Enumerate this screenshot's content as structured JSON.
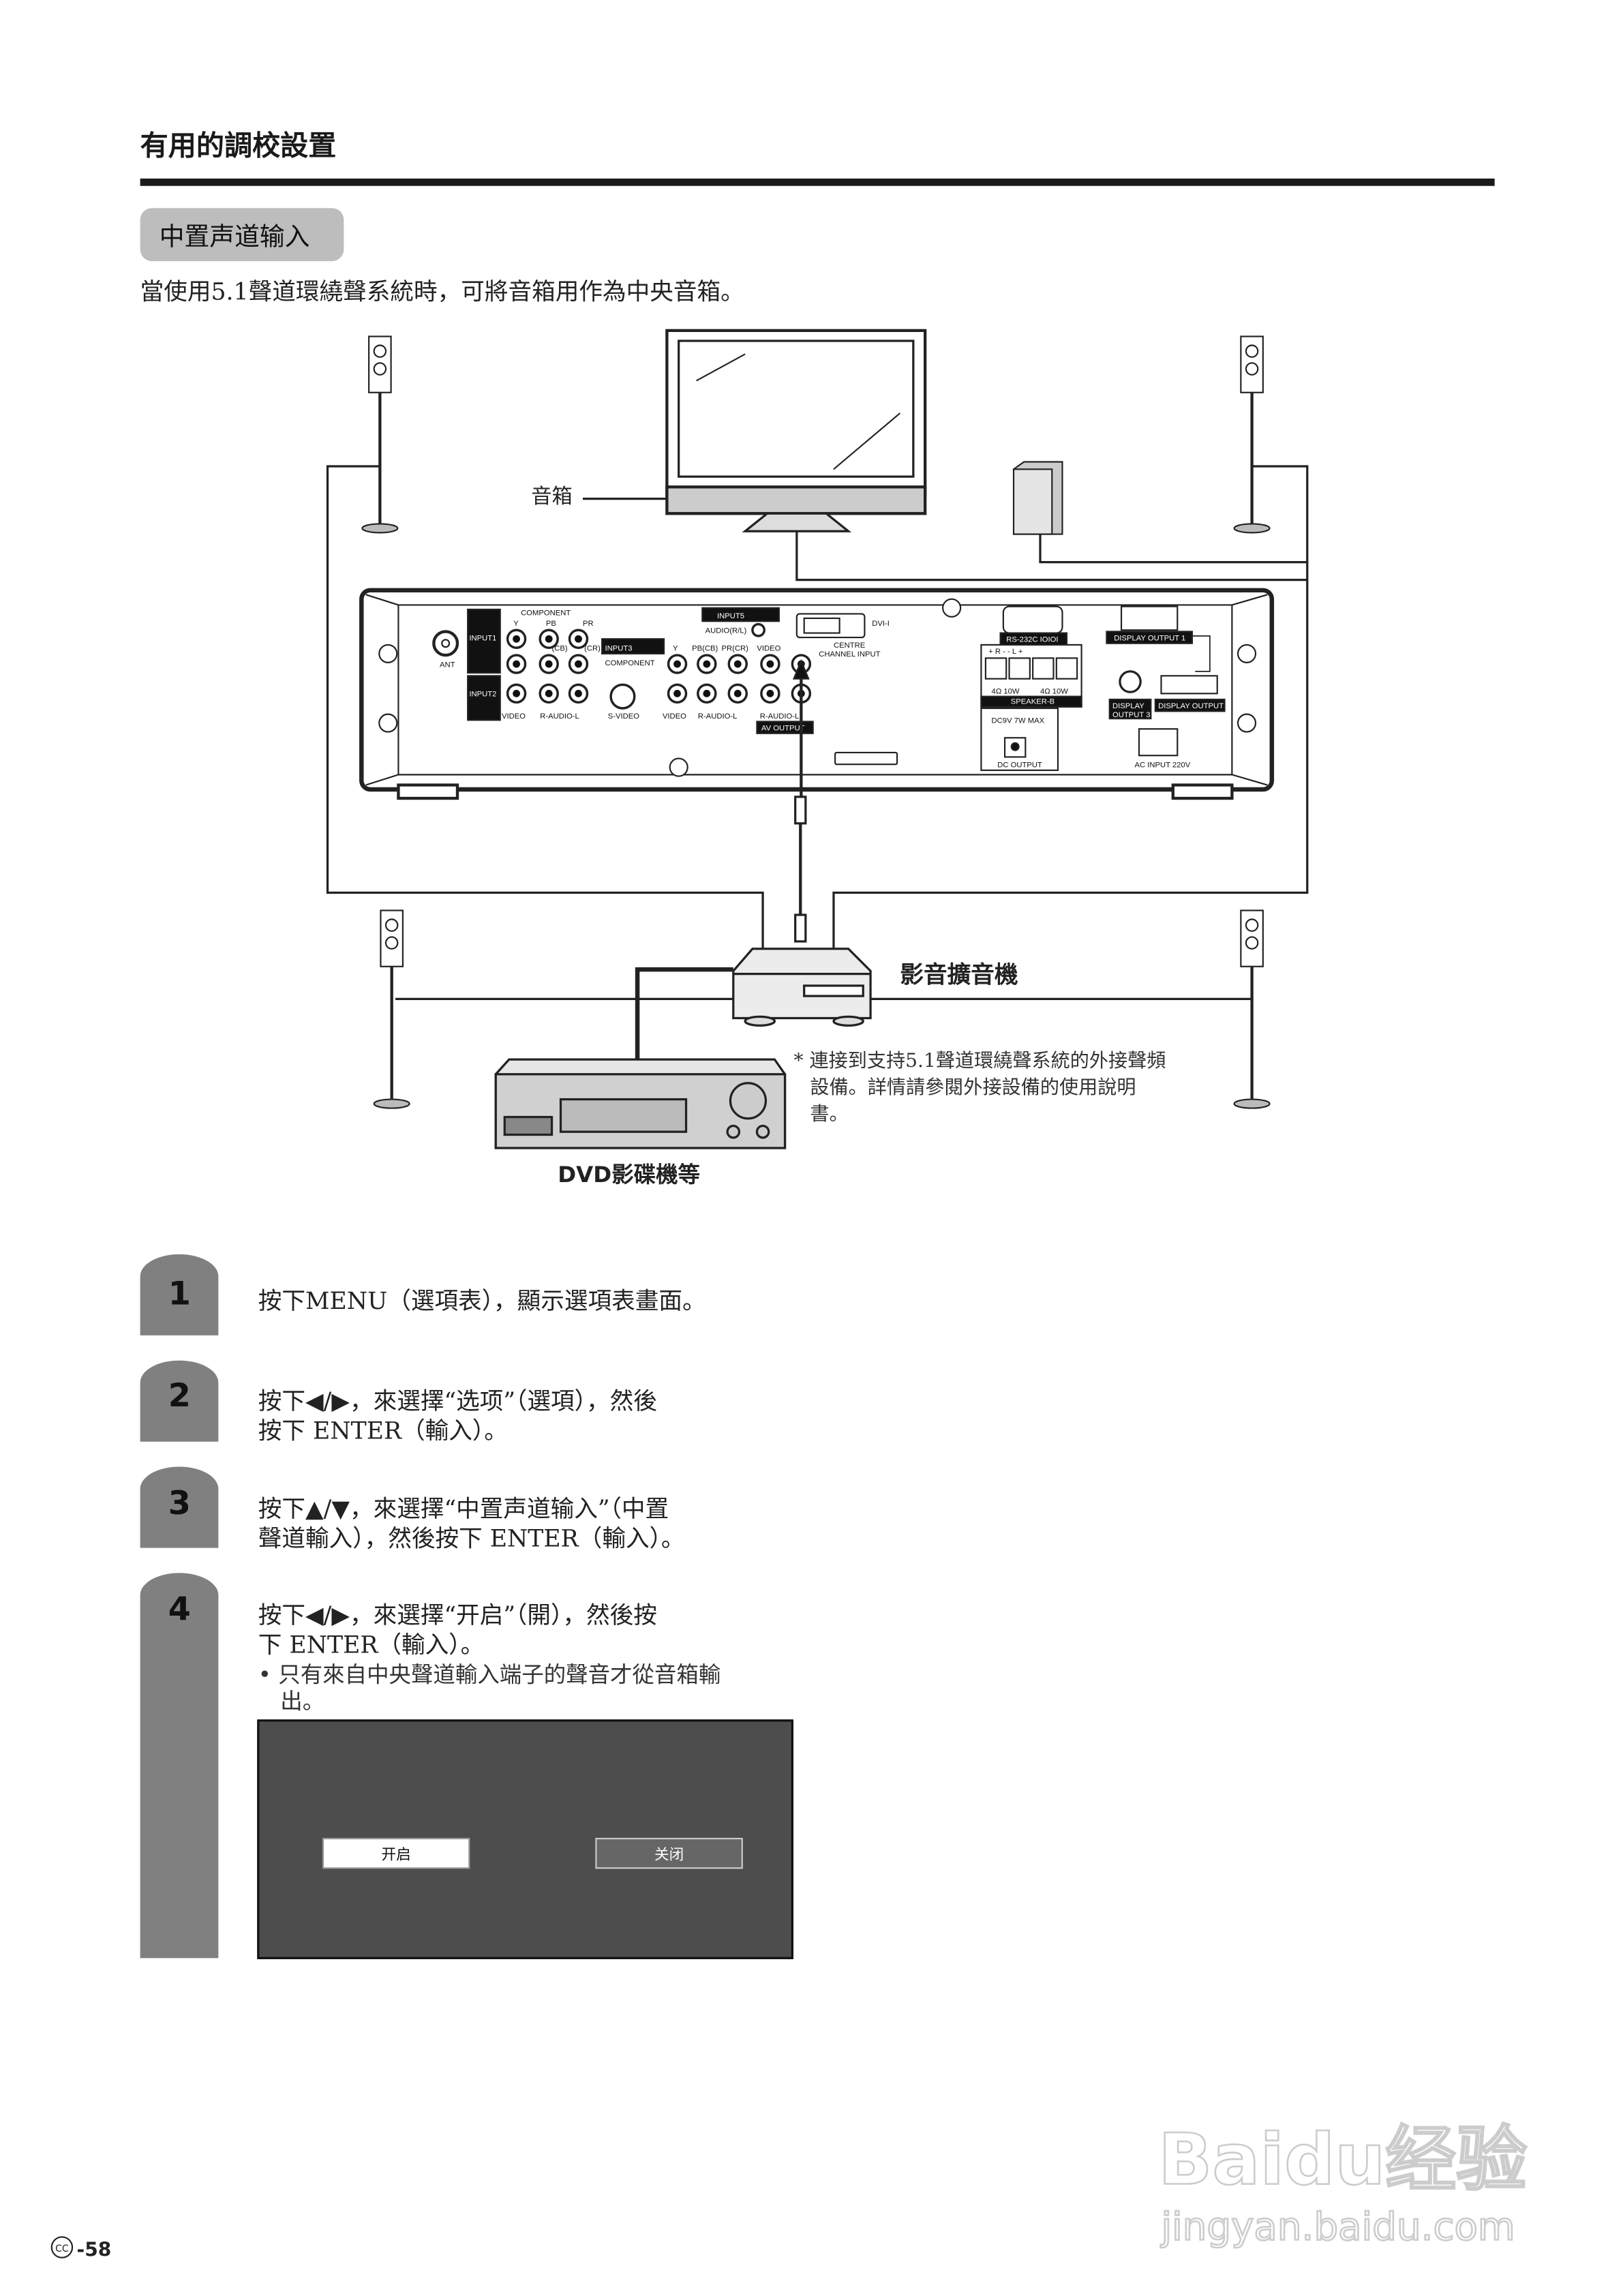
{
  "header": {
    "title": "有用的調校設置"
  },
  "section": {
    "title": "中置声道输入",
    "intro": "當使用5.1聲道環繞聲系統時，可將音箱用作為中央音箱。"
  },
  "diagram": {
    "speaker_label": "音箱",
    "amplifier_label": "影音擴音機",
    "dvd_label": "DVD影碟機等",
    "note_lines": [
      "* 連接到支持5.1聲道環繞聲系統的外接聲頻",
      "設備。詳情請參閱外接設備的使用說明",
      "書。"
    ],
    "panel": {
      "ant": "ANT",
      "input1": "INPUT1",
      "input2": "INPUT2",
      "input3": "INPUT3",
      "input5": "INPUT5",
      "component": "COMPONENT",
      "component2": "COMPONENT",
      "y": "Y",
      "pb": "PB",
      "pr": "PR",
      "cb": "(CB)",
      "cr": "(CR)",
      "y3": "Y",
      "pbcb": "PB(CB)",
      "prcr": "PR(CR)",
      "audio_rl": "AUDIO(R/L)",
      "dvi": "DVI-I",
      "video_top": "VIDEO",
      "centre1": "CENTRE",
      "centre2": "CHANNEL INPUT",
      "video1": "VIDEO",
      "raudio1": "R-AUDIO-L",
      "svideo": "S-VIDEO",
      "video2": "VIDEO",
      "raudio2": "R-AUDIO-L",
      "raudio3": "R-AUDIO-L",
      "av_output": "AV OUTPUT",
      "rs232c": "RS-232C IOIOI",
      "display1": "DISPLAY OUTPUT 1",
      "display2": "DISPLAY OUTPUT 2",
      "display3a": "DISPLAY",
      "display3b": "OUTPUT 3",
      "speaker_polarity": "+ R -    - L +",
      "speaker_w1": "4Ω 10W",
      "speaker_w2": "4Ω 10W",
      "speaker_b": "SPEAKER-B",
      "dc_spec": "DC9V  7W MAX",
      "dc_output": "DC OUTPUT",
      "ac_input": "AC INPUT  220V"
    }
  },
  "steps": [
    {
      "number": "1",
      "lines": [
        "按下MENU（選項表），顯示選項表畫面。"
      ]
    },
    {
      "number": "2",
      "lines": [
        "按下◀/▶，來選擇“选项”（選項），然後",
        "按下 ENTER（輸入）。"
      ]
    },
    {
      "number": "3",
      "lines": [
        "按下▲/▼，來選擇“中置声道输入”（中置",
        "聲道輸入），然後按下 ENTER（輸入）。"
      ]
    },
    {
      "number": "4",
      "lines": [
        "按下◀/▶，來選擇“开启”（開），然後按",
        "下 ENTER（輸入）。"
      ],
      "bullet": [
        "• 只有來自中央聲道輸入端子的聲音才從音箱輸",
        "出。"
      ]
    }
  ],
  "osd": {
    "on_label": "开启",
    "off_label": "关闭",
    "selected": "开启"
  },
  "footer": {
    "region_icon": "CC",
    "page": "-58"
  },
  "watermark": {
    "brand": "Baidu经验",
    "url": "jingyan.baidu.com"
  },
  "colors": {
    "pill": "#bdbdbd",
    "step_badge": "#808080",
    "osd_bg": "#4d4d4d",
    "osd_btn_off": "#666666",
    "bar": "#1a1a1a"
  }
}
